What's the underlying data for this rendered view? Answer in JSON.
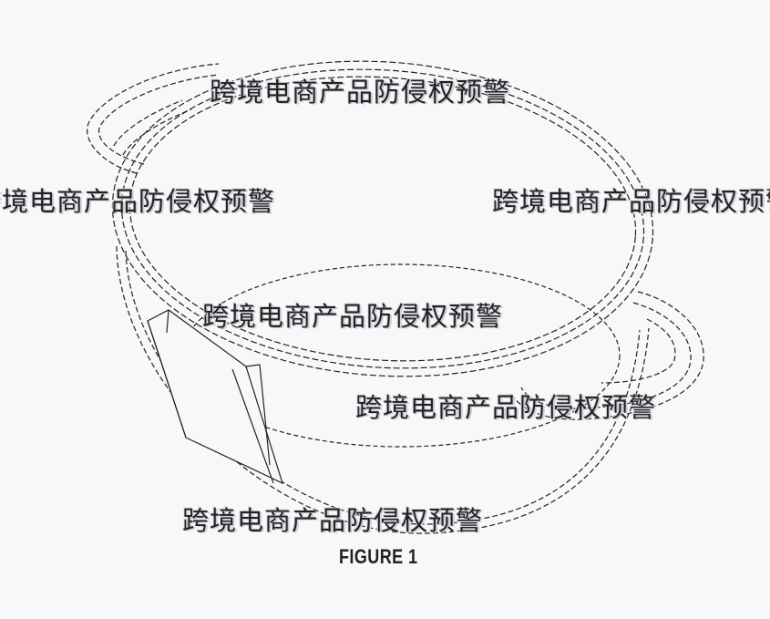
{
  "watermark": "跨境电商产品防侵权预警",
  "figure_label": "FIGURE 1",
  "drawing": {
    "subject": "pot-with-handles-and-spout",
    "line_color": "#222222"
  }
}
